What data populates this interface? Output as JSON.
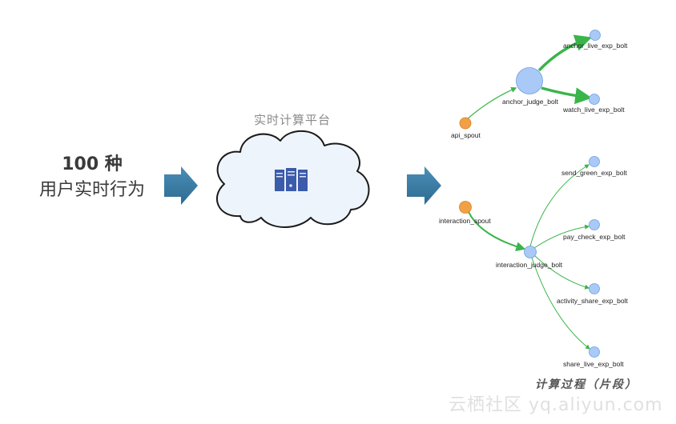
{
  "input": {
    "count_line": "100 种",
    "desc_line": "用户实时行为"
  },
  "platform": {
    "title": "实时计算平台"
  },
  "topology": {
    "upper": {
      "spout": "api_spout",
      "judge": "anchor_judge_bolt",
      "bolts": [
        "anchor_live_exp_bolt",
        "watch_live_exp_bolt"
      ]
    },
    "lower": {
      "spout": "interaction_spout",
      "judge": "interaction_judge_bolt",
      "bolts": [
        "send_green_exp_bolt",
        "pay_check_exp_bolt",
        "activity_share_exp_bolt",
        "share_live_exp_bolt"
      ]
    }
  },
  "caption": "计算过程（片段）",
  "watermark": "云栖社区 yq.aliyun.com",
  "colors": {
    "arrow": "#3d7fa6",
    "cloud_fill": "#eef4fb",
    "cloud_stroke": "#1a1a1a",
    "server_icon": "#3b5bab",
    "spout": "#f2a046",
    "bolt": "#a9c9f7",
    "bolt_stroke": "#6f9ee0",
    "edge": "#3ab54a"
  },
  "icons": [
    "right-arrow-icon",
    "server-rack-icon",
    "cloud-icon"
  ]
}
